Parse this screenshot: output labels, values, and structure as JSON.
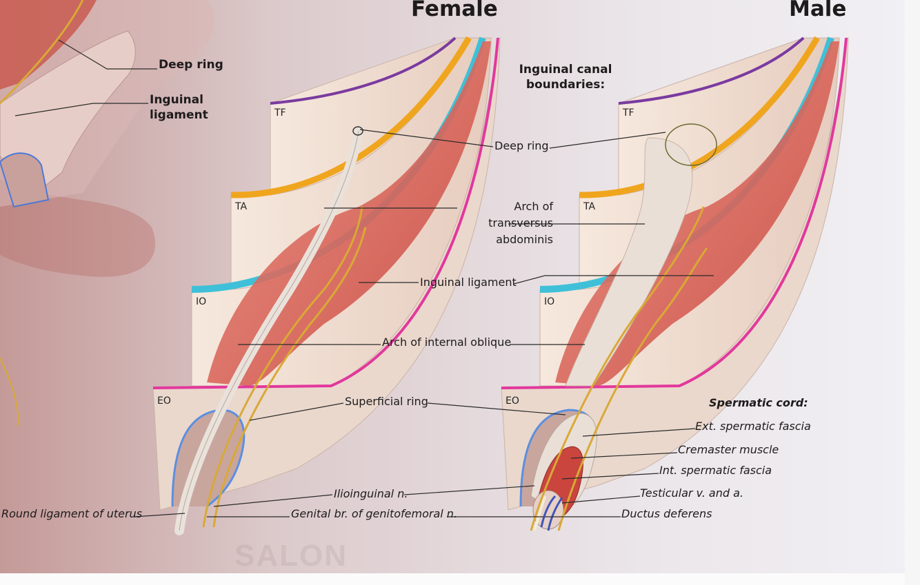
{
  "titles": {
    "female": "Female",
    "male": "Male",
    "boundaries": "Inguinal canal boundaries:"
  },
  "layers": {
    "tf": "TF",
    "ta": "TA",
    "io": "IO",
    "eo": "EO"
  },
  "labels": {
    "deep_ring_left": "Deep ring",
    "inguinal_ligament_left": "Inguinal ligament",
    "deep_ring": "Deep ring",
    "arch_transversus": "Arch of transversus abdominis",
    "inguinal_ligament": "Inguinal ligament",
    "arch_internal_oblique": "Arch of internal oblique",
    "superficial_ring": "Superficial ring",
    "ilioinguinal": "Ilioinguinal n.",
    "genital_branch": "Genital br. of genitofemoral n.",
    "round_ligament": "Round ligament of uterus"
  },
  "spermatic_cord": {
    "heading": "Spermatic cord:",
    "items": [
      "Ext. spermatic fascia",
      "Cremaster muscle",
      "Int. spermatic fascia",
      "Testicular v. and a.",
      "Ductus deferens"
    ]
  },
  "watermark": "SALON",
  "colors": {
    "muscle": "#d9564c",
    "aponeurosis": "#f0ddd2",
    "tf_edge": "#7a3aa0",
    "ta_edge": "#f0a51e",
    "io_edge": "#3fc0d8",
    "eo_edge": "#e2389c",
    "ring": "#5a8fe0",
    "nerve": "#d9a936",
    "cord": "#e9e2db"
  }
}
